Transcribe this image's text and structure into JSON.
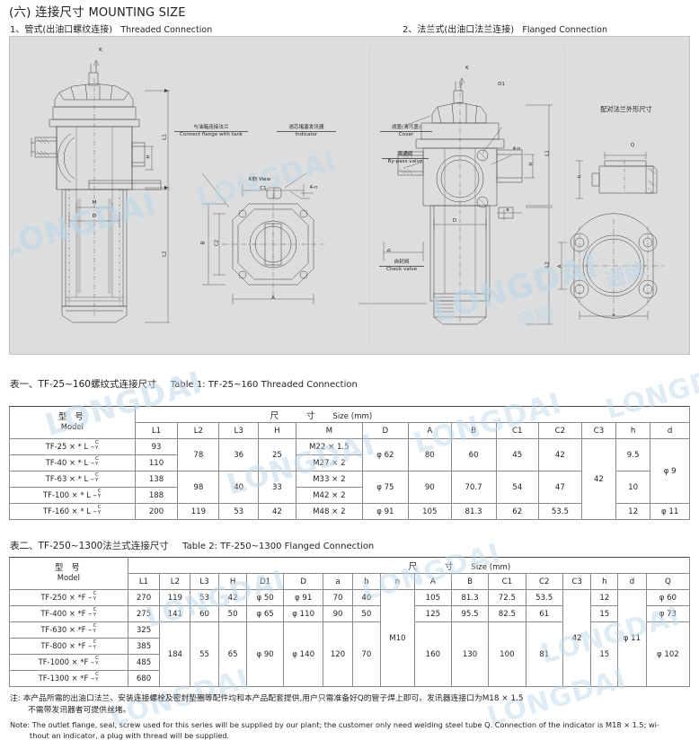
{
  "header": {
    "section_number": "(六)",
    "title_cn": "连接尺寸",
    "title_en": "MOUNTING SIZE",
    "sub_left_cn": "1、管式(出油口螺纹连接)",
    "sub_left_en": "Threaded Connection",
    "sub_right_cn": "2、法兰式(出油口法兰连接)",
    "sub_right_en": "Flanged Connection"
  },
  "watermark": {
    "text": "LONGDAI",
    "text_cn": "通牌",
    "color": "#bcd7e8"
  },
  "drawing": {
    "labels": {
      "connect_flange_cn": "与油箱连接法兰",
      "connect_flange_en": "Connect flange with tank",
      "indicator_cn": "滤芯堵塞发讯器",
      "indicator_en": "Indicator",
      "k_view": "K向 View",
      "cover_cn": "滤盖(清污盖)",
      "cover_en": "Cover",
      "bypass_cn": "旁通阀",
      "bypass_en": "By-pass valve",
      "check_valve_cn": "自封阀",
      "check_valve_en": "Check valve",
      "mating_flange_cn": "配对法兰外形尺寸",
      "k_arrow": "K",
      "d1": "D1",
      "four_n": "4-n",
      "dim_L1": "L1",
      "dim_L2": "L2",
      "dim_L3": "L3",
      "dim_H": "H",
      "dim_M": "M",
      "dim_D": "D",
      "dim_A": "A",
      "dim_B": "B",
      "dim_C1": "C1",
      "dim_C2": "C2",
      "dim_C3": "C3",
      "dim_a": "a",
      "dim_b": "b",
      "dim_h": "h",
      "dim_d": "d",
      "dim_Q": "Q"
    }
  },
  "table1": {
    "title_cn": "表一、TF-25~160螺纹式连接尺寸",
    "title_en": "Table 1: TF-25~160 Threaded Connection",
    "model_hdr_cn": "型 号",
    "model_hdr_en": "Model",
    "size_hdr_cn": "尺 寸",
    "size_hdr_en": "Size (mm)",
    "columns": [
      "L1",
      "L2",
      "L3",
      "H",
      "M",
      "D",
      "A",
      "B",
      "C1",
      "C2",
      "C3",
      "h",
      "d"
    ],
    "rows": [
      {
        "model": "TF-25 × * L –",
        "L1": "93",
        "M": "M22 × 1.5"
      },
      {
        "model": "TF-40 × * L –",
        "L1": "110",
        "M": "M27 × 2"
      },
      {
        "model": "TF-63 × * L –",
        "L1": "138",
        "M": "M33 × 2"
      },
      {
        "model": "TF-100 × * L –",
        "L1": "188",
        "M": "M42 × 2"
      },
      {
        "model": "TF-160 × * L –",
        "L1": "200",
        "M": "M48 × 2"
      }
    ],
    "merged": {
      "L2_a": "78",
      "L2_b": "98",
      "L2_c": "119",
      "L3_a": "36",
      "L3_b": "40",
      "L3_c": "53",
      "H_a": "25",
      "H_b": "33",
      "H_c": "42",
      "D_a": "φ 62",
      "D_b": "φ 75",
      "D_c": "φ 91",
      "A_a": "80",
      "A_b": "90",
      "A_c": "105",
      "B_a": "60",
      "B_b": "70.7",
      "B_c": "81.3",
      "C1_a": "45",
      "C1_b": "54",
      "C1_c": "62",
      "C2_a": "42",
      "C2_b": "47",
      "C2_c": "53.5",
      "C3_all": "42",
      "h_a": "9.5",
      "h_b": "10",
      "h_c": "12",
      "d_ab": "φ 9",
      "d_c": "φ 11"
    },
    "model_suffix_top": "C",
    "model_suffix_bottom": "Y"
  },
  "table2": {
    "title_cn": "表二、TF-250~1300法兰式连接尺寸",
    "title_en": "Table 2: TF-250~1300 Flanged Connection",
    "model_hdr_cn": "型 号",
    "model_hdr_en": "Model",
    "size_hdr_cn": "尺 寸",
    "size_hdr_en": "Size (mm)",
    "columns": [
      "L1",
      "L2",
      "L3",
      "H",
      "D1",
      "D",
      "a",
      "b",
      "n",
      "A",
      "B",
      "C1",
      "C2",
      "C3",
      "h",
      "d",
      "Q"
    ],
    "rows": [
      {
        "model": "TF-250 × *F –",
        "L1": "270",
        "L2": "119",
        "L3": "53",
        "H": "42",
        "D1": "φ 50",
        "D": "φ 91",
        "a": "70",
        "b": "40",
        "A": "105",
        "B": "81.3",
        "C1": "72.5",
        "C2": "53.5",
        "h": "12",
        "Q": "φ 60"
      },
      {
        "model": "TF-400 × *F –",
        "L1": "275",
        "L2": "141",
        "L3": "60",
        "H": "50",
        "D1": "φ 65",
        "D": "φ 110",
        "a": "90",
        "b": "50",
        "A": "125",
        "B": "95.5",
        "C1": "82.5",
        "C2": "61",
        "h": "15",
        "Q": "φ 73"
      },
      {
        "model": "TF-630 × *F –",
        "L1": "325"
      },
      {
        "model": "TF-800 × *F –",
        "L1": "385"
      },
      {
        "model": "TF-1000 × *F –",
        "L1": "485"
      },
      {
        "model": "TF-1300 × *F –",
        "L1": "680"
      }
    ],
    "merged": {
      "L2_big": "184",
      "L3_big": "55",
      "H_big": "65",
      "D1_big": "φ 90",
      "D_big": "φ 140",
      "a_big": "120",
      "b_big": "70",
      "n_all": "M10",
      "A_big": "160",
      "B_big": "130",
      "C1_big": "100",
      "C2_big": "81",
      "C3_all": "42",
      "h_big": "15",
      "d_all": "φ 11",
      "Q_big": "φ 102"
    },
    "model_suffix_top": "C",
    "model_suffix_bottom": "Y"
  },
  "note": {
    "cn_label": "注:",
    "cn_line1": "本产品所需的出油口法兰、安装连接螺栓及密封垫圈等配件均和本产品配套提供,用户只需准备好Q的管子焊上即可。发讯器连接口为M18 × 1.5",
    "cn_line2": "不需带发讯器者可提供丝堵。",
    "en_label": "Note:",
    "en_line1": "The outlet flange, seal, screw used for this series will be supplied  by  our plant; the customer only need welding steel tube Q. Connection of the indicator is M18 × 1.5; wi-",
    "en_line2": "thout an indicator, a plug with thread will be supplied."
  }
}
